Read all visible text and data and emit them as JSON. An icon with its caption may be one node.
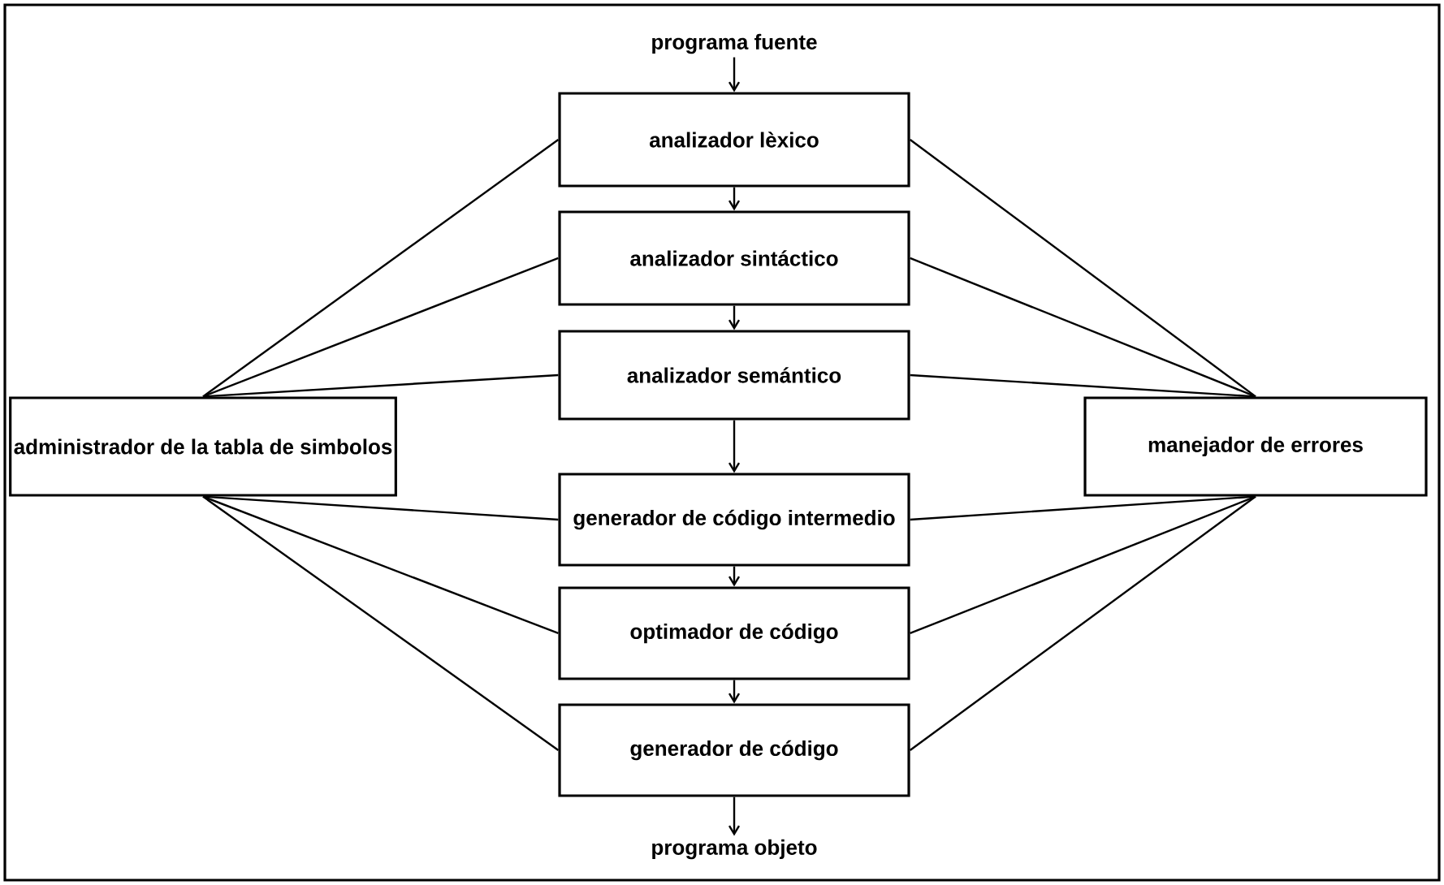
{
  "diagram": {
    "nodes": [
      {
        "text": [
          "programa fuente"
        ]
      },
      {
        "text": [
          "analizador lèxico"
        ]
      },
      {
        "text": [
          "analizador sintáctico"
        ]
      },
      {
        "text": [
          "analizador semántico"
        ]
      },
      {
        "text": [
          "administrador de la tabla de simbolos"
        ]
      },
      {
        "text": [
          "manejador de errores"
        ]
      },
      {
        "text": [
          "generador de código intermedio"
        ]
      },
      {
        "text": [
          "optimador de código"
        ]
      },
      {
        "text": [
          "generador de código"
        ]
      },
      {
        "text": [
          "programa objeto"
        ]
      }
    ],
    "edges": [
      {
        "from": 0,
        "to": 1,
        "arrow": "to"
      },
      {
        "from": 1,
        "to": 2,
        "arrow": "to"
      },
      {
        "from": 2,
        "to": 3,
        "arrow": "to"
      },
      {
        "from": 3,
        "to": 6,
        "arrow": "to"
      },
      {
        "from": 6,
        "to": 7,
        "arrow": "to"
      },
      {
        "from": 7,
        "to": 8,
        "arrow": "to"
      },
      {
        "from": 8,
        "to": 9,
        "arrow": "to"
      },
      {
        "from": 4,
        "to": 1,
        "arrow": "none"
      },
      {
        "from": 4,
        "to": 2,
        "arrow": "none"
      },
      {
        "from": 4,
        "to": 3,
        "arrow": "none"
      },
      {
        "from": 4,
        "to": 6,
        "arrow": "none"
      },
      {
        "from": 4,
        "to": 7,
        "arrow": "none"
      },
      {
        "from": 4,
        "to": 8,
        "arrow": "none"
      },
      {
        "from": 5,
        "to": 1,
        "arrow": "none"
      },
      {
        "from": 5,
        "to": 2,
        "arrow": "none"
      },
      {
        "from": 5,
        "to": 3,
        "arrow": "none"
      },
      {
        "from": 5,
        "to": 6,
        "arrow": "none"
      },
      {
        "from": 5,
        "to": 7,
        "arrow": "none"
      },
      {
        "from": 5,
        "to": 8,
        "arrow": "none"
      }
    ]
  }
}
